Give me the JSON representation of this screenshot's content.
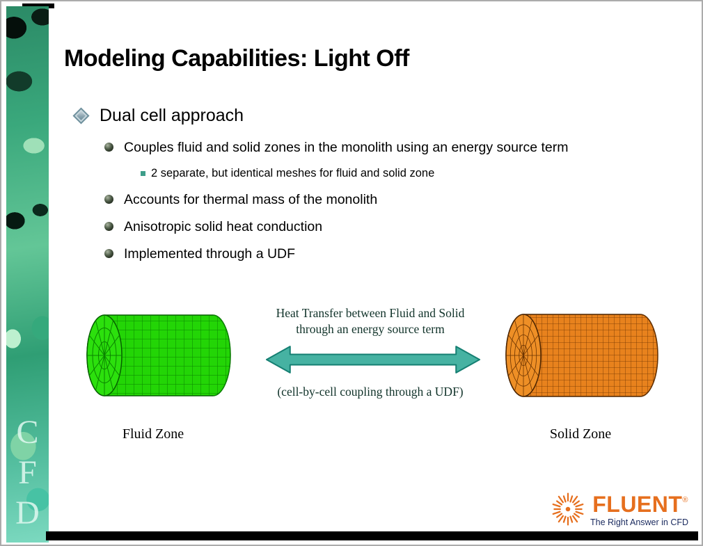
{
  "title": "Modeling Capabilities: Light Off",
  "sidebar": {
    "letters": [
      "C",
      "F",
      "D"
    ]
  },
  "content": {
    "heading": "Dual cell approach",
    "bullets": [
      {
        "text": "Couples fluid and solid zones in the monolith using an energy source term"
      },
      {
        "text": "2 separate, but identical meshes for fluid and solid zone"
      },
      {
        "text": "Accounts for thermal mass of the monolith"
      },
      {
        "text": "Anisotropic solid heat conduction"
      },
      {
        "text": "Implemented through a UDF"
      }
    ]
  },
  "diagram": {
    "caption_top_line1": "Heat Transfer between Fluid and Solid",
    "caption_top_line2": "through an energy source term",
    "caption_bottom": "(cell-by-cell coupling through a UDF)",
    "fluid_zone_label": "Fluid Zone",
    "solid_zone_label": "Solid Zone"
  },
  "logo": {
    "brand": "FLUENT",
    "registered_mark": "®",
    "tagline": "The Right Answer in CFD"
  },
  "colors": {
    "fluid-green": "#23d506",
    "fluid-green-line": "#0a8400",
    "fluid-green-cap": "#2ce00d",
    "solid-orange": "#e8821d",
    "solid-orange-line": "#6b3300",
    "solid-orange-cap": "#ee8f26",
    "arrow-teal": "#46b2a2",
    "arrow-teal-line": "#157f72",
    "accent-orange": "#e66f1e",
    "tagline-navy": "#1a2a5e"
  }
}
